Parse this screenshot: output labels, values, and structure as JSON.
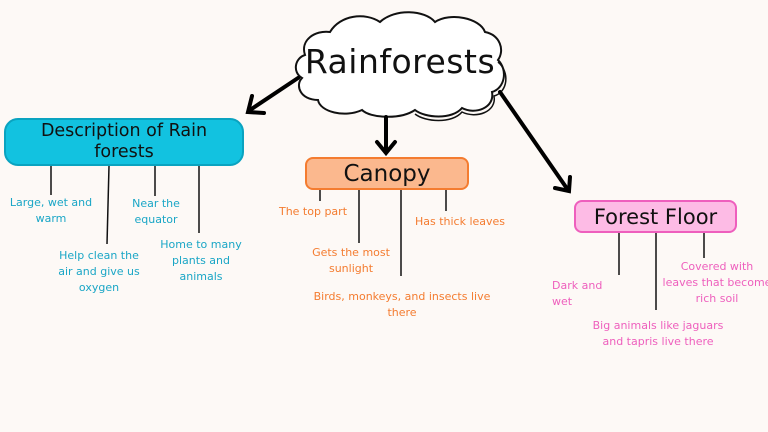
{
  "diagram": {
    "title": "Rainforests",
    "branches": [
      {
        "id": "description",
        "label_line1": "Description of Rain",
        "label_line2": "forests",
        "color": "#12c2e0",
        "text_color": "#1aa6c6",
        "notes": [
          {
            "lines": [
              "Large, wet and",
              "warm"
            ]
          },
          {
            "lines": [
              "Help clean the",
              "air and give us",
              "oxygen"
            ]
          },
          {
            "lines": [
              "Near the",
              "equator"
            ]
          },
          {
            "lines": [
              "Home to many",
              "plants and",
              "animals"
            ]
          }
        ]
      },
      {
        "id": "canopy",
        "label": "Canopy",
        "color": "#fbb88e",
        "text_color": "#f47c30",
        "notes": [
          {
            "lines": [
              "The top part"
            ]
          },
          {
            "lines": [
              "Gets the most",
              "sunlight"
            ]
          },
          {
            "lines": [
              "Birds, monkeys, and insects live",
              "there"
            ]
          },
          {
            "lines": [
              "Has thick leaves"
            ]
          }
        ]
      },
      {
        "id": "forest-floor",
        "label": "Forest Floor",
        "color": "#fdbbe5",
        "text_color": "#ee5fbd",
        "notes": [
          {
            "lines": [
              "Dark and",
              "wet"
            ]
          },
          {
            "lines": [
              "Big animals like jaguars",
              "and tapris live there"
            ]
          },
          {
            "lines": [
              "Covered with",
              "leaves that become",
              "rich soil"
            ]
          }
        ]
      }
    ]
  }
}
